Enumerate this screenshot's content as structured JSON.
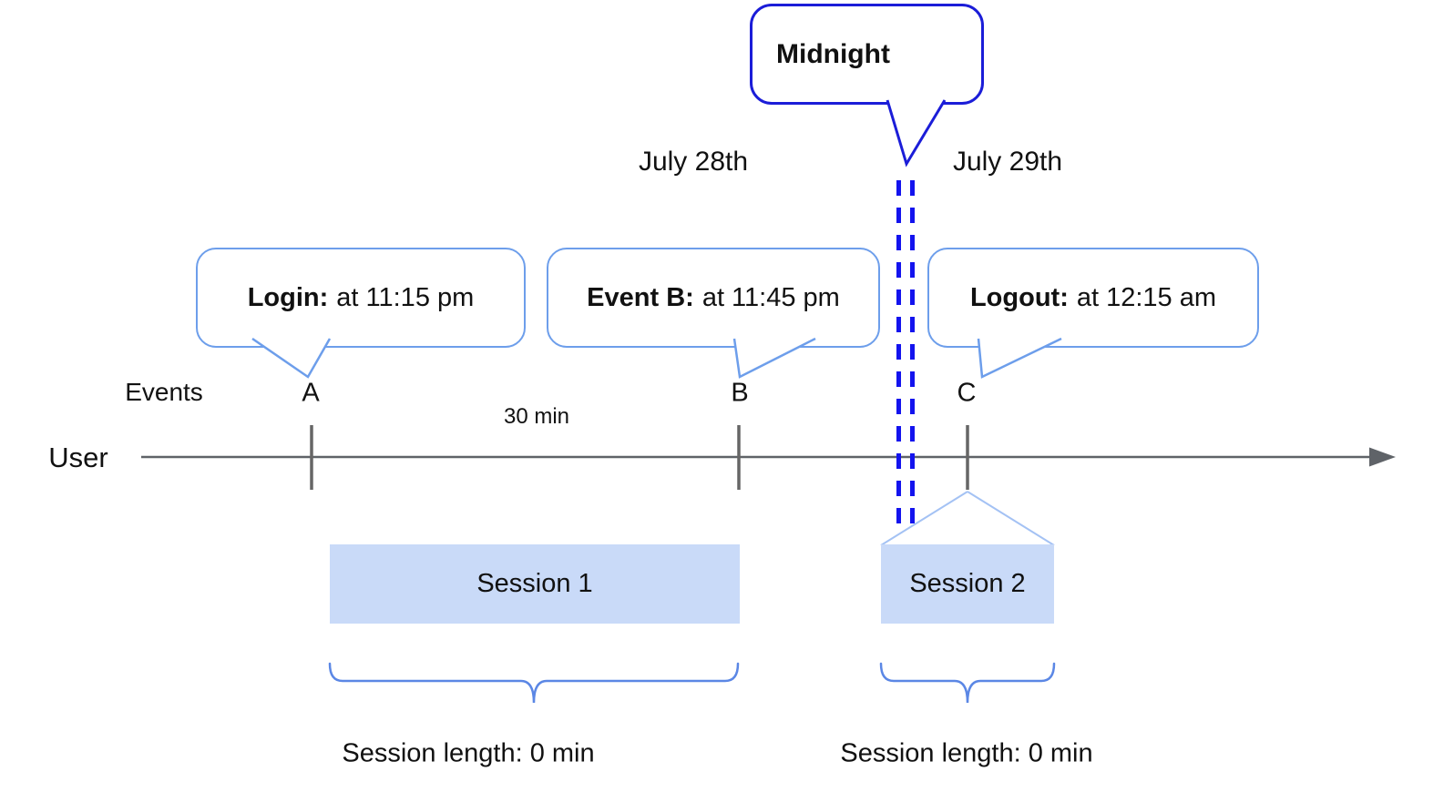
{
  "diagram": {
    "title_semantic": "User session timeline diagram",
    "midnight_label": "Midnight",
    "date_left": "July 28th",
    "date_right": "July 29th",
    "events_axis_label": "Events",
    "user_label": "User",
    "interval_label": "30 min",
    "events": [
      {
        "id": "A",
        "callout_bold": "Login:",
        "callout_text": "at 11:15 pm"
      },
      {
        "id": "B",
        "callout_bold": "Event B:",
        "callout_text": "at 11:45 pm"
      },
      {
        "id": "C",
        "callout_bold": "Logout:",
        "callout_text": "at 12:15 am"
      }
    ],
    "sessions": [
      {
        "label": "Session 1",
        "length_label": "Session length: 0 min"
      },
      {
        "label": "Session 2",
        "length_label": "Session length: 0 min"
      }
    ],
    "colors": {
      "midnight_border_blue": "#1b1dd8",
      "midnight_dash_blue": "#1313ee",
      "callout_border_blue": "#6d9eeb",
      "brace_blue": "#5b87e5",
      "connector_light_blue": "#a4c2f4",
      "session_fill_blue": "#c9daf8",
      "timeline_gray": "#5f6368"
    }
  }
}
